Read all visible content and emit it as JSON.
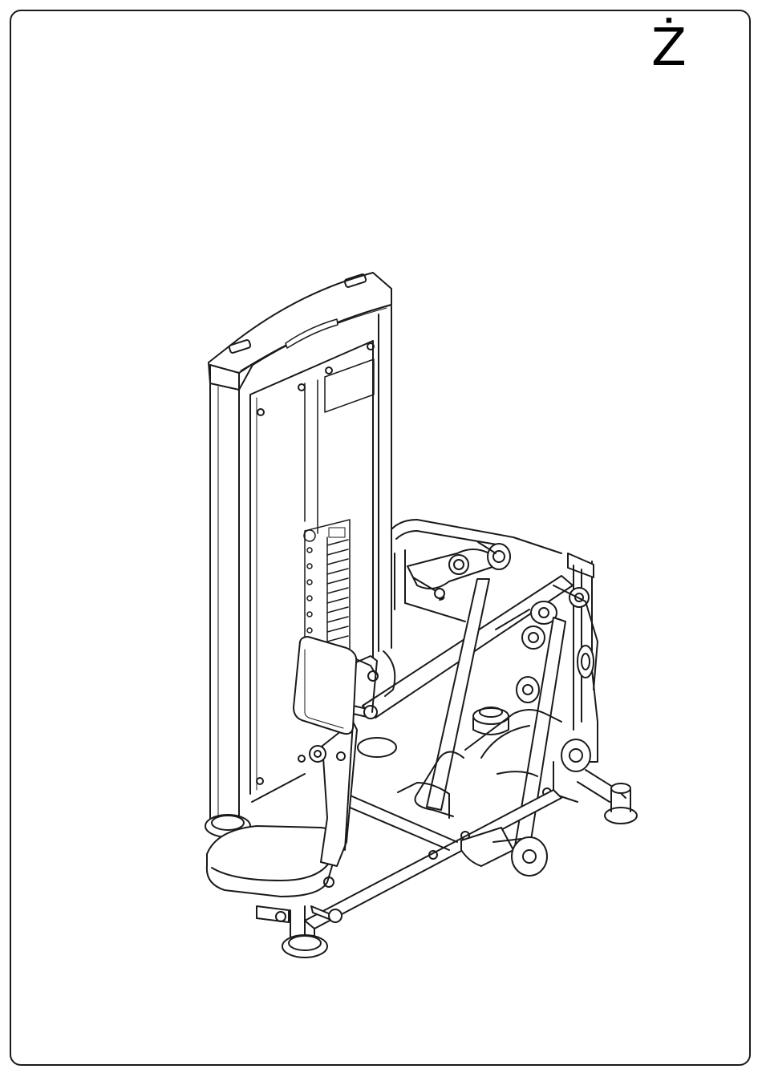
{
  "page": {
    "letter": "Ż"
  },
  "illustration": {
    "subject": "seated-row-exercise-machine",
    "style": "black line drawing on white",
    "colors": {
      "line": "#1a1a1a",
      "background": "#ffffff"
    }
  }
}
